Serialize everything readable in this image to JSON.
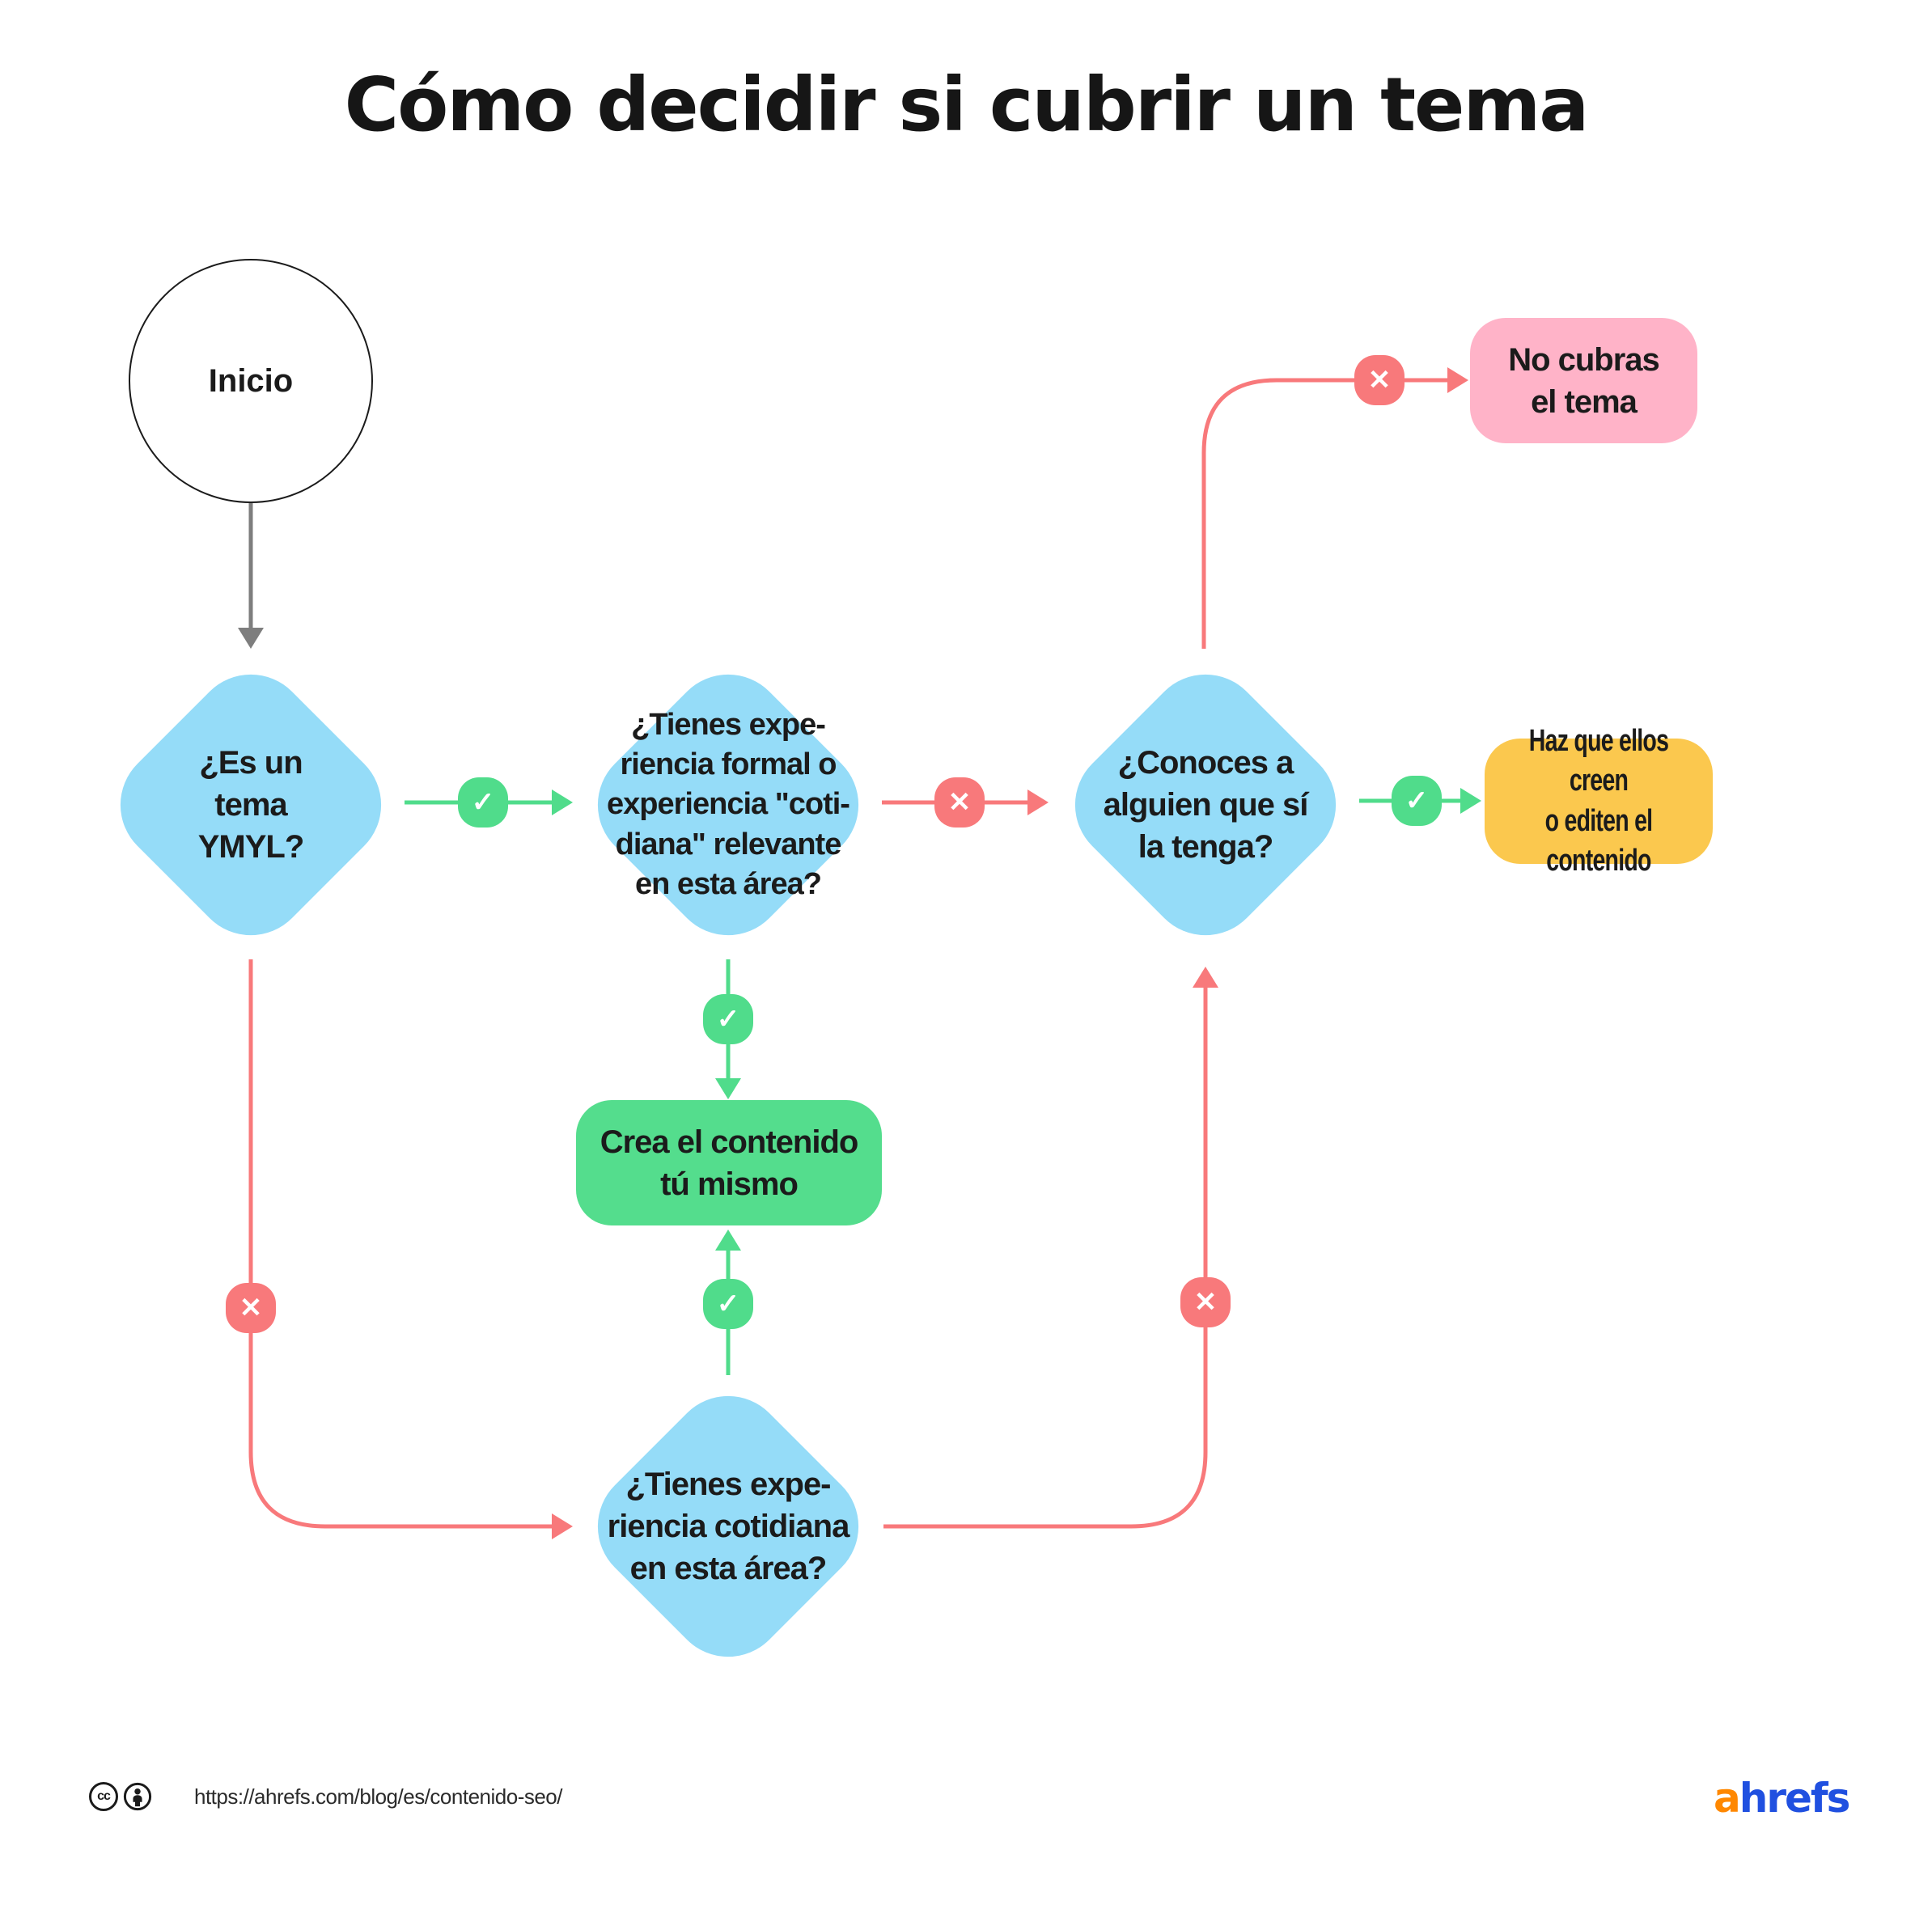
{
  "title": "Cómo decidir si cubrir un tema",
  "icons": {
    "check": "✓",
    "cross": "✕"
  },
  "colors": {
    "node_blue": "#95DCF8",
    "green": "#50DC8B",
    "green_box": "#54DD8D",
    "red": "#F8797B",
    "pink": "#FFB3C8",
    "yellow": "#FBC84E",
    "gray": "#7E7E7E",
    "text": "#1B1B1B",
    "logo_orange": "#FF8800",
    "logo_blue": "#2050E0"
  },
  "nodes": {
    "start": {
      "label": "Inicio",
      "type": "start"
    },
    "d1": {
      "label": "¿Es un\ntema\nYMYL?",
      "type": "decision"
    },
    "d2": {
      "label": "¿Tienes expe-\nriencia formal o\nexperiencia \"coti-\ndiana\" relevante\nen esta área?",
      "type": "decision"
    },
    "d3": {
      "label": "¿Conoces a\nalguien que sí\nla tenga?",
      "type": "decision"
    },
    "d4": {
      "label": "¿Tienes expe-\nriencia cotidiana\nen esta área?",
      "type": "decision"
    },
    "no_cover": {
      "label": "No cubras\nel tema",
      "type": "result",
      "color": "pink"
    },
    "delegate": {
      "label": "Haz que ellos creen\no editen el contenido",
      "type": "result",
      "color": "yellow"
    },
    "create": {
      "label": "Crea el contenido\ntú mismo",
      "type": "result",
      "color": "green"
    }
  },
  "edges": [
    {
      "from": "start",
      "to": "d1",
      "result": ""
    },
    {
      "from": "d1",
      "to": "d2",
      "result": "yes"
    },
    {
      "from": "d1",
      "to": "d4",
      "result": "no"
    },
    {
      "from": "d2",
      "to": "d3",
      "result": "no"
    },
    {
      "from": "d2",
      "to": "create",
      "result": "yes"
    },
    {
      "from": "d3",
      "to": "no_cover",
      "result": "no"
    },
    {
      "from": "d3",
      "to": "delegate",
      "result": "yes"
    },
    {
      "from": "d4",
      "to": "create",
      "result": "yes"
    },
    {
      "from": "d4",
      "to": "d3",
      "result": "no"
    }
  ],
  "footer": {
    "cc_text": "cc",
    "url": "https://ahrefs.com/blog/es/contenido-seo/",
    "logo": {
      "a": "a",
      "hrefs": "hrefs"
    }
  }
}
